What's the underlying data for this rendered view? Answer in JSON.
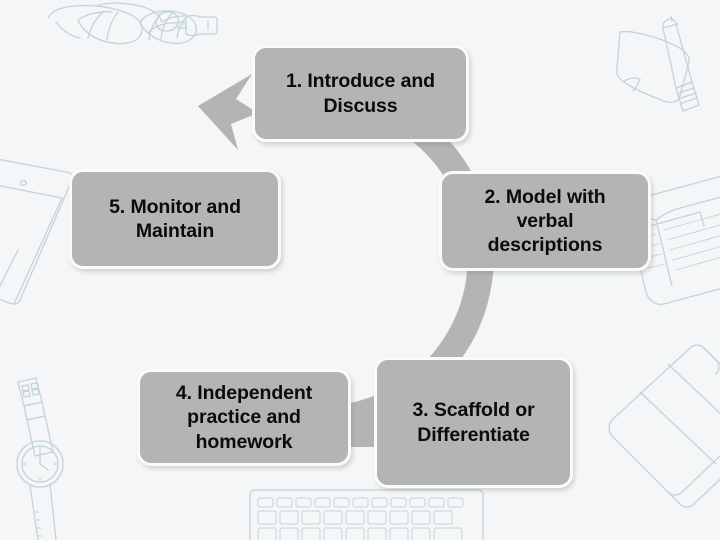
{
  "slide": {
    "background_color": "#f4f6f7",
    "diagram_type": "cycle",
    "title": ""
  },
  "theme": {
    "node_fill": "#b4b4b4",
    "node_border": "#fbfbfb",
    "ring_color": "#b4b4b4",
    "text_color": "#0b0b0b",
    "background_art_color": "#c3d4d8"
  },
  "cycle": {
    "step_count": 5,
    "direction": "clockwise",
    "arrow_points_to": "1. Introduce and Discuss",
    "steps": [
      {
        "number": "1",
        "label": "1. Introduce and\nDiscuss",
        "position": "top"
      },
      {
        "number": "2",
        "label": "2. Model with\nverbal\ndescriptions",
        "position": "right"
      },
      {
        "number": "3",
        "label": "3. Scaffold or\nDifferentiate",
        "position": "bottom-right"
      },
      {
        "number": "4",
        "label": "4. Independent\npractice and\nhomework",
        "position": "bottom-left"
      },
      {
        "number": "5",
        "label": "5. Monitor and\nMaintain",
        "position": "left"
      }
    ]
  },
  "background_art": {
    "items": [
      "sunglasses-icon",
      "usb-drive-icon",
      "sticky-note-icon",
      "pen-icon",
      "tablet-icon",
      "wristwatch-icon",
      "keyboard-icon",
      "notebook-icon",
      "open-book-icon"
    ]
  }
}
